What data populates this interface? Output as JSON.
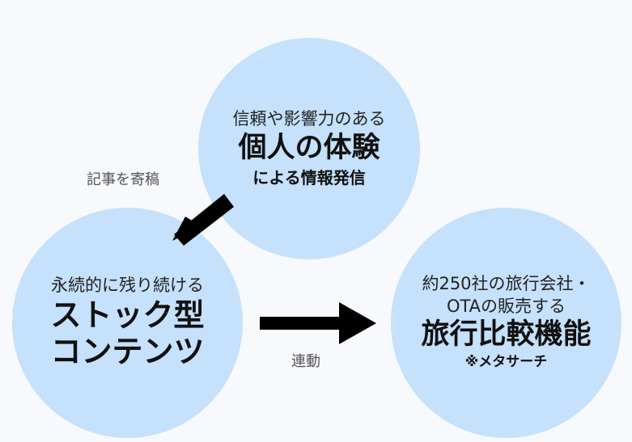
{
  "top_circle": {
    "line1": "信頼や影響力のある",
    "line2": "個人の体験",
    "line3": "による情報発信"
  },
  "left_circle": {
    "line1": "永続的に残り続ける",
    "line2": "ストック型",
    "line3": "コンテンツ"
  },
  "right_circle": {
    "line1": "約250社の旅行会社・",
    "line2": "OTAの販売する",
    "line3": "旅行比較機能",
    "line4": "※メタサーチ"
  },
  "edges": {
    "top_to_left": "記事を寄稿",
    "left_to_right": "連動"
  },
  "colors": {
    "circle_fill": "#c5e1fb",
    "arrow": "#000000",
    "background": "#f7f9fc"
  }
}
